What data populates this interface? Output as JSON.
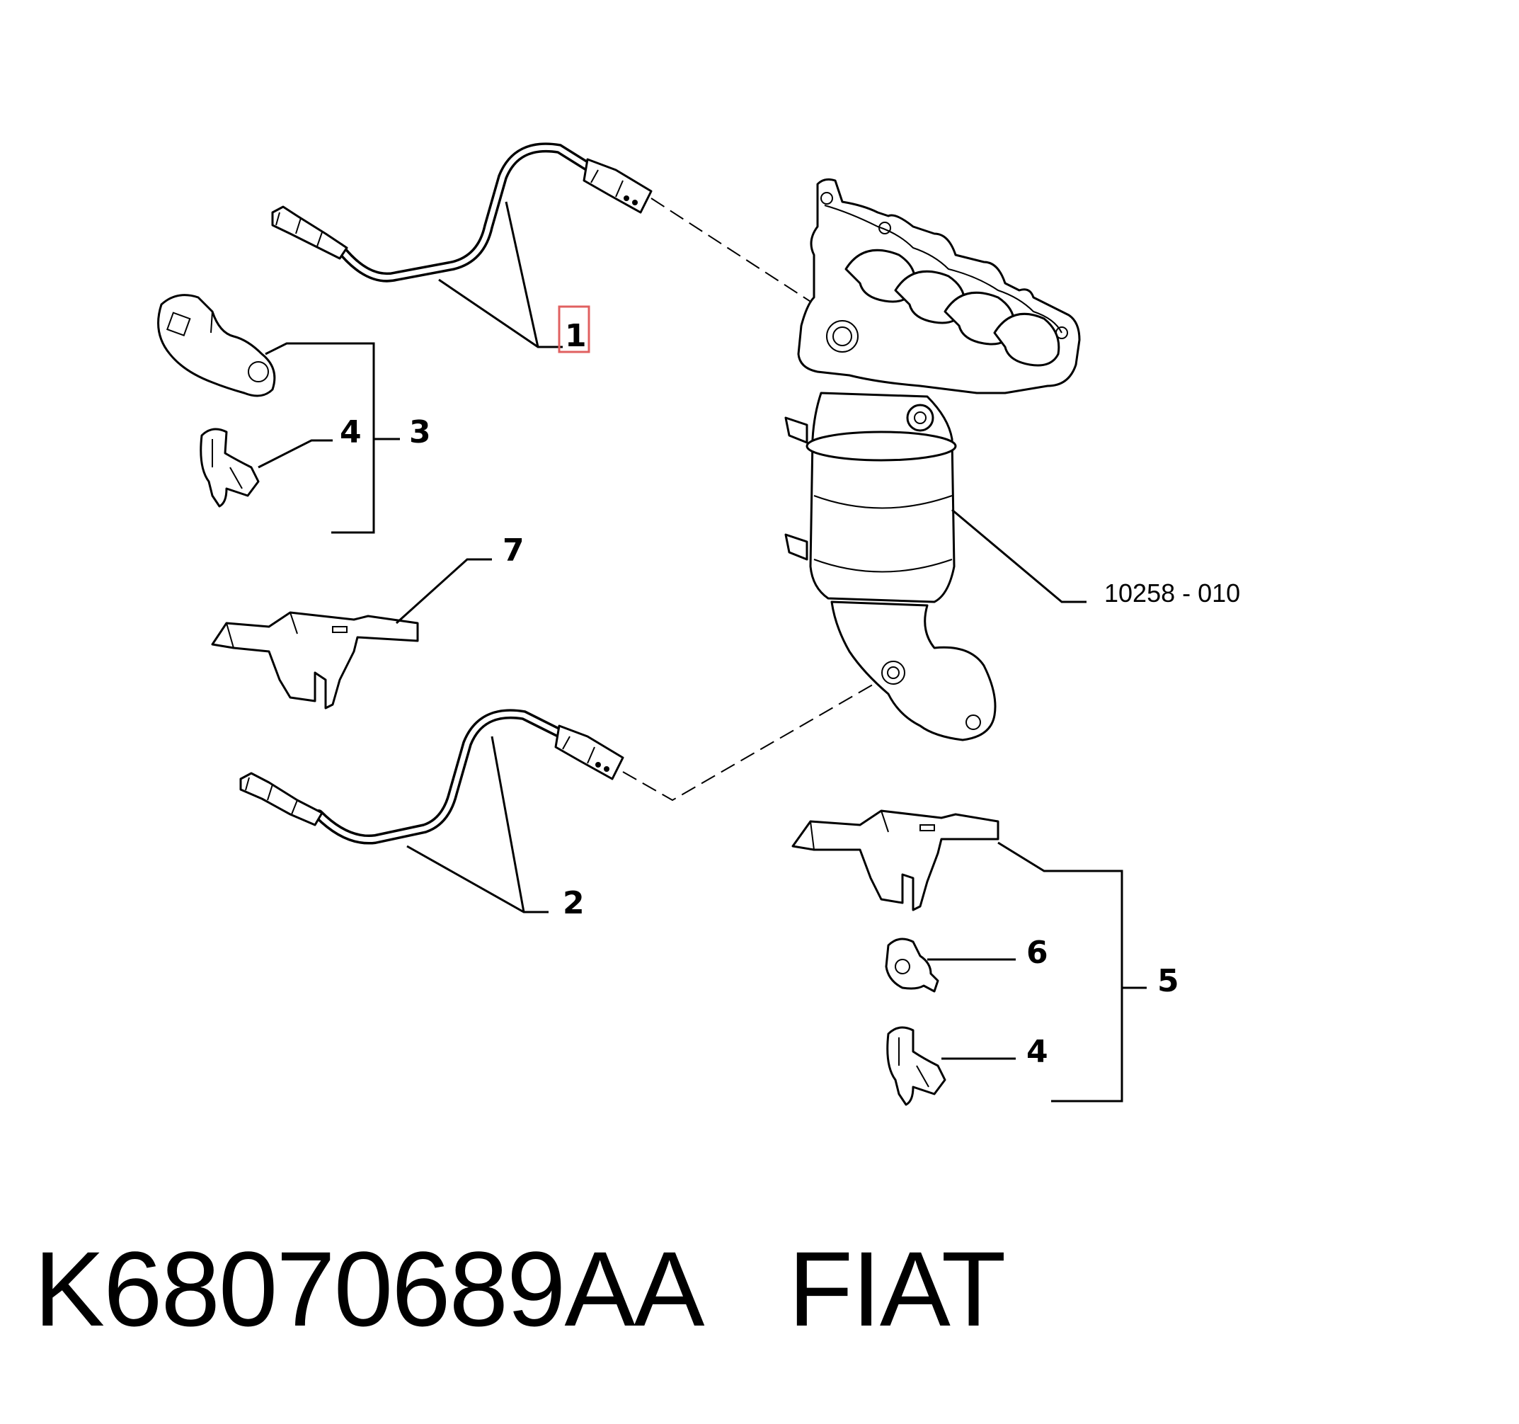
{
  "labels": {
    "l1": "1",
    "l2": "2",
    "l3": "3",
    "l4a": "4",
    "l4b": "4",
    "l5": "5",
    "l6": "6",
    "l7": "7",
    "ref": "10258 - 010"
  },
  "highlight_color": "#e06060",
  "caption": {
    "part_number": "K68070689AA",
    "brand": "FIAT"
  }
}
